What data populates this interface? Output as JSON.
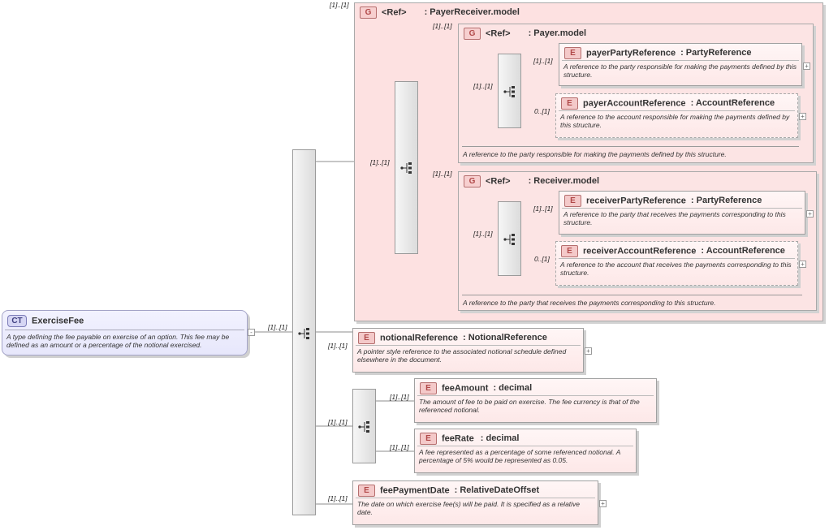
{
  "root": {
    "badge": "CT",
    "name": "ExerciseFee",
    "doc": "A type defining the fee payable on exercise of an option. This fee may be defined as an amount or a percentage of the notional exercised."
  },
  "cardinalities": {
    "root_seq": "[1]..[1]",
    "payer_receiver": "[1]..[1]",
    "outer_group": "[1]..[1]",
    "payer_model": "[1]..[1]",
    "payer_seq": "[1]..[1]",
    "payer_party": "[1]..[1]",
    "payer_account": "0..[1]",
    "receiver_model": "[1]..[1]",
    "receiver_seq": "[1]..[1]",
    "receiver_party": "[1]..[1]",
    "receiver_account": "0..[1]",
    "notional": "[1]..[1]",
    "choice": "[1]..[1]",
    "fee_amount": "[1]..[1]",
    "fee_rate": "[1]..[1]",
    "fee_payment_date": "[1]..[1]"
  },
  "groups": {
    "payer_receiver": {
      "badge": "G",
      "ref": "<Ref>",
      "name": ": PayerReceiver.model"
    },
    "payer": {
      "badge": "G",
      "ref": "<Ref>",
      "name": ": Payer.model",
      "doc": "A reference to the party responsible for making the payments defined by this structure."
    },
    "receiver": {
      "badge": "G",
      "ref": "<Ref>",
      "name": ": Receiver.model",
      "doc": "A reference to the party that receives the payments corresponding to this structure."
    }
  },
  "elements": {
    "payer_party": {
      "badge": "E",
      "name": "payerPartyReference",
      "type": ": PartyReference",
      "doc": "A reference to the party responsible for making the payments defined by this structure."
    },
    "payer_account": {
      "badge": "E",
      "name": "payerAccountReference",
      "type": ": AccountReference",
      "doc": "A reference to the account responsible for making the payments defined by this structure."
    },
    "receiver_party": {
      "badge": "E",
      "name": "receiverPartyReference",
      "type": ": PartyReference",
      "doc": "A reference to the party that receives the payments corresponding to this structure."
    },
    "receiver_account": {
      "badge": "E",
      "name": "receiverAccountReference",
      "type": ": AccountReference",
      "doc": "A reference to the account that receives the payments corresponding to this structure."
    },
    "notional": {
      "badge": "E",
      "name": "notionalReference",
      "type": ": NotionalReference",
      "doc": "A pointer style reference to the associated notional schedule defined elsewhere in the document."
    },
    "fee_amount": {
      "badge": "E",
      "name": "feeAmount",
      "type": ": decimal",
      "doc": "The amount of fee to be paid on exercise. The fee currency is that of the referenced notional."
    },
    "fee_rate": {
      "badge": "E",
      "name": "feeRate",
      "type": ": decimal",
      "doc": "A fee represented as a percentage of some referenced notional. A percentage of 5% would be represented as 0.05."
    },
    "fee_payment_date": {
      "badge": "E",
      "name": "feePaymentDate",
      "type": ": RelativeDateOffset",
      "doc": "The date on which exercise fee(s) will be paid. It is specified as a relative date."
    }
  },
  "expanders": {
    "plus": "+",
    "minus": "-"
  }
}
